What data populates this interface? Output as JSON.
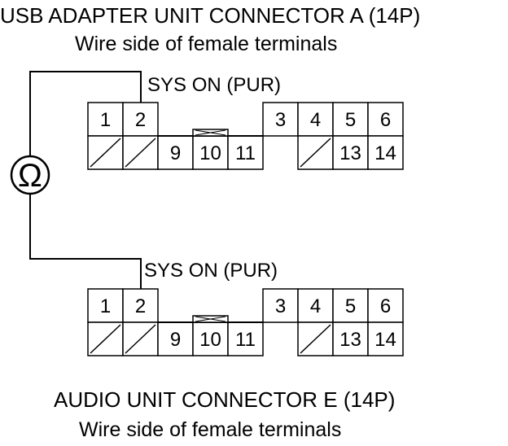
{
  "top": {
    "title": "USB ADAPTER UNIT CONNECTOR A (14P)",
    "subtitle": "Wire side of female terminals",
    "wire_label": "SYS ON (PUR)"
  },
  "bottom": {
    "title": "AUDIO UNIT CONNECTOR E (14P)",
    "subtitle": "Wire side of female terminals",
    "wire_label": "SYS ON (PUR)"
  },
  "meter": {
    "symbol": "Ω"
  },
  "connector_pins": {
    "row1": [
      "1",
      "2",
      "",
      "",
      "",
      "3",
      "4",
      "5",
      "6"
    ],
    "row2": [
      "",
      "",
      "9",
      "10",
      "11",
      "",
      "",
      "13",
      "14"
    ]
  }
}
